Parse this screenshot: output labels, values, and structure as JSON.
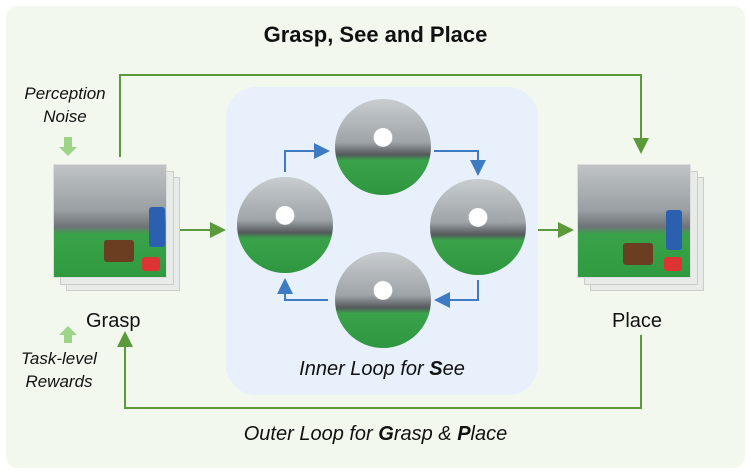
{
  "title": "Grasp, See and Place",
  "left_annotations": {
    "perception_noise": [
      "Perception",
      "Noise"
    ],
    "task_rewards": [
      "Task-level",
      "Rewards"
    ]
  },
  "stages": {
    "grasp": "Grasp",
    "place": "Place"
  },
  "inner_loop": {
    "prefix": "Inner Loop for ",
    "bold": "S",
    "suffix": "ee"
  },
  "outer_loop": {
    "prefix": "Outer Loop for ",
    "bold1": "G",
    "mid": "rasp & ",
    "bold2": "P",
    "suffix": "lace"
  },
  "colors": {
    "outer_arrow": "#5b9a3a",
    "inner_arrow": "#3d7cc2",
    "hint_arrow": "#9ed48a",
    "inner_panel": "#e7f0fb",
    "background": "#f3f8ef"
  }
}
